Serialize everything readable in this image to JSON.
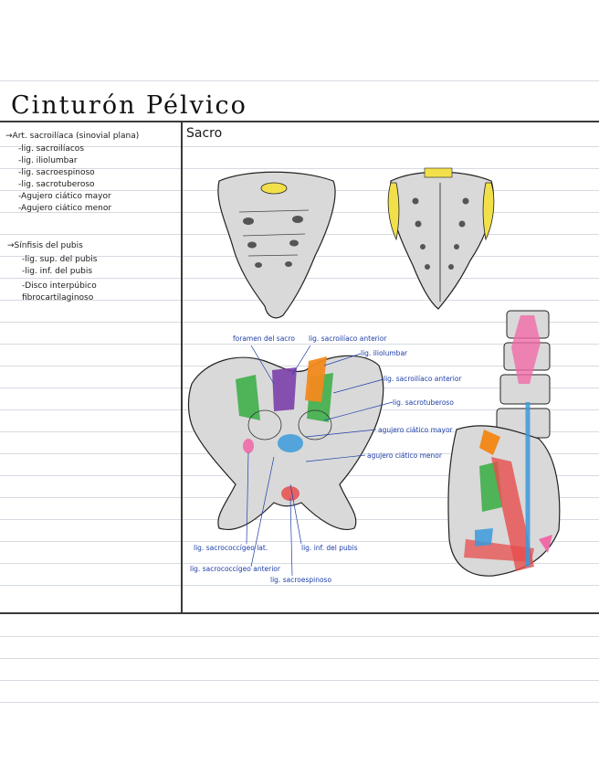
{
  "title": "Cinturón Pélvico",
  "notes": {
    "art_si": "→Art. sacroilíaca (sinovial plana)",
    "ligs": [
      "-lig. sacroilíacos",
      "-lig. iliolumbar",
      "-lig. sacroespinoso",
      "-lig. sacrotuberoso",
      "-Agujero ciático mayor",
      "-Agujero ciático menor"
    ],
    "sinfisis": "→Sínfisis del pubis",
    "sinfisis_items": [
      "-lig. sup. del pubis",
      "-lig. inf. del pubis",
      "-Disco interpúbico fibrocartilaginoso"
    ]
  },
  "sacro_heading": "Sacro",
  "pelvis_labels": {
    "foramen": "foramen del sacro",
    "lig_sacroiliaco_ant": "lig. sacroilíaco anterior",
    "lig_iliolumbar": "lig. iliolumbar",
    "lig_sacroiliaco_ant2": "lig. sacroilíaco anterior",
    "lig_sacrotuberoso": "lig. sacrotuberoso",
    "agujero_mayor": "agujero ciático mayor",
    "agujero_menor": "agujero ciático menor",
    "lig_sacrococcigeo_lat": "lig. sacrococcígeo lat.",
    "lig_sacrococcigeo_ant": "lig. sacrococcígeo anterior",
    "lig_inf_pubis": "lig. inf. del pubis",
    "lig_sacroespinoso": "lig. sacroespinoso"
  },
  "colors": {
    "ink": "#1a1a1a",
    "label_blue": "#1d3ea8",
    "bone": "#d9d9d9",
    "yellow": "#f2e04a",
    "green": "#3fae49",
    "orange": "#f28a1e",
    "purple": "#7a3fa8",
    "pink": "#f06aa8",
    "red": "#e74c4c",
    "blue": "#3a9ad9"
  }
}
